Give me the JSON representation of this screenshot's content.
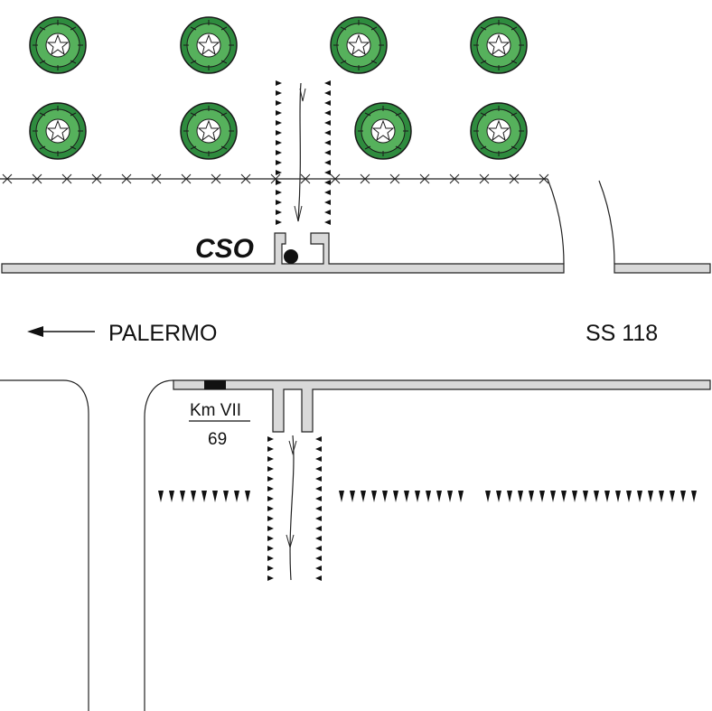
{
  "map": {
    "site_label": "CSO",
    "direction_label": "PALERMO",
    "road_label": "SS 118",
    "km_marker": {
      "top": "Km VII",
      "bottom": "69"
    }
  },
  "symbols": {
    "tree_color": "#2e8b3e",
    "tree_outline": "#1a1a1a",
    "road_fill": "#d9d9d9",
    "site_marker": "filled-circle",
    "fence": "barbed-wire",
    "ditch": "drainage-channel"
  }
}
